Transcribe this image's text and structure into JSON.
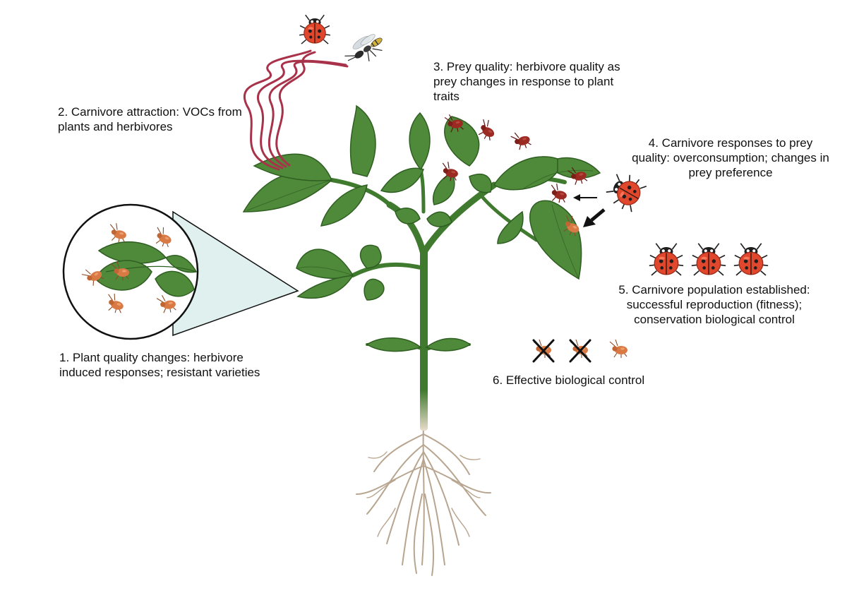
{
  "labels": {
    "step1": "1.  Plant quality changes: herbivore\ninduced responses; resistant varieties",
    "step2": "2. Carnivore attraction: VOCs from\nplants and herbivores",
    "step3": "3.  Prey quality: herbivore quality as\nprey changes in response to plant\ntraits",
    "step4": "4. Carnivore responses to prey\nquality: overconsumption; changes in\nprey preference",
    "step5": "5. Carnivore population established:\nsuccessful reproduction (fitness);\nconservation biological control",
    "step6": "6. Effective biological control"
  },
  "colors": {
    "leaf": "#4f8a3a",
    "leaf_dark": "#2f5e22",
    "stem": "#3f7a2e",
    "root": "#b8a58f",
    "voc_plume": "#a8324a",
    "ladybug": "#e0472c",
    "aphid_red": "#9b2a22",
    "aphid_orange": "#d97a45",
    "zoom_cone": "#dff0ef"
  },
  "icons": [
    "ladybug-icon",
    "parasitoid-wasp-icon",
    "aphid-icon",
    "x-mark-icon",
    "arrow-icon"
  ]
}
